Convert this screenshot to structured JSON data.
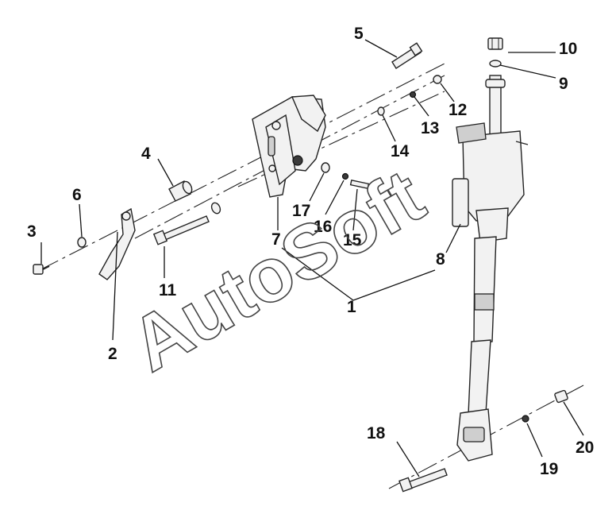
{
  "callouts": [
    {
      "id": "c1",
      "text": "1"
    },
    {
      "id": "c2",
      "text": "2"
    },
    {
      "id": "c3",
      "text": "3"
    },
    {
      "id": "c4",
      "text": "4"
    },
    {
      "id": "c5",
      "text": "5"
    },
    {
      "id": "c6",
      "text": "6"
    },
    {
      "id": "c7",
      "text": "7"
    },
    {
      "id": "c8",
      "text": "8"
    },
    {
      "id": "c9",
      "text": "9"
    },
    {
      "id": "c10",
      "text": "10"
    },
    {
      "id": "c11",
      "text": "11"
    },
    {
      "id": "c12",
      "text": "12"
    },
    {
      "id": "c13",
      "text": "13"
    },
    {
      "id": "c14",
      "text": "14"
    },
    {
      "id": "c15",
      "text": "15"
    },
    {
      "id": "c16",
      "text": "16"
    },
    {
      "id": "c17",
      "text": "17"
    },
    {
      "id": "c18",
      "text": "18"
    },
    {
      "id": "c19",
      "text": "19"
    },
    {
      "id": "c20",
      "text": "20"
    }
  ],
  "watermark": "AutoSoft",
  "colors": {
    "line": "#111111",
    "fill": "#f2f2f2",
    "background": "#ffffff"
  }
}
